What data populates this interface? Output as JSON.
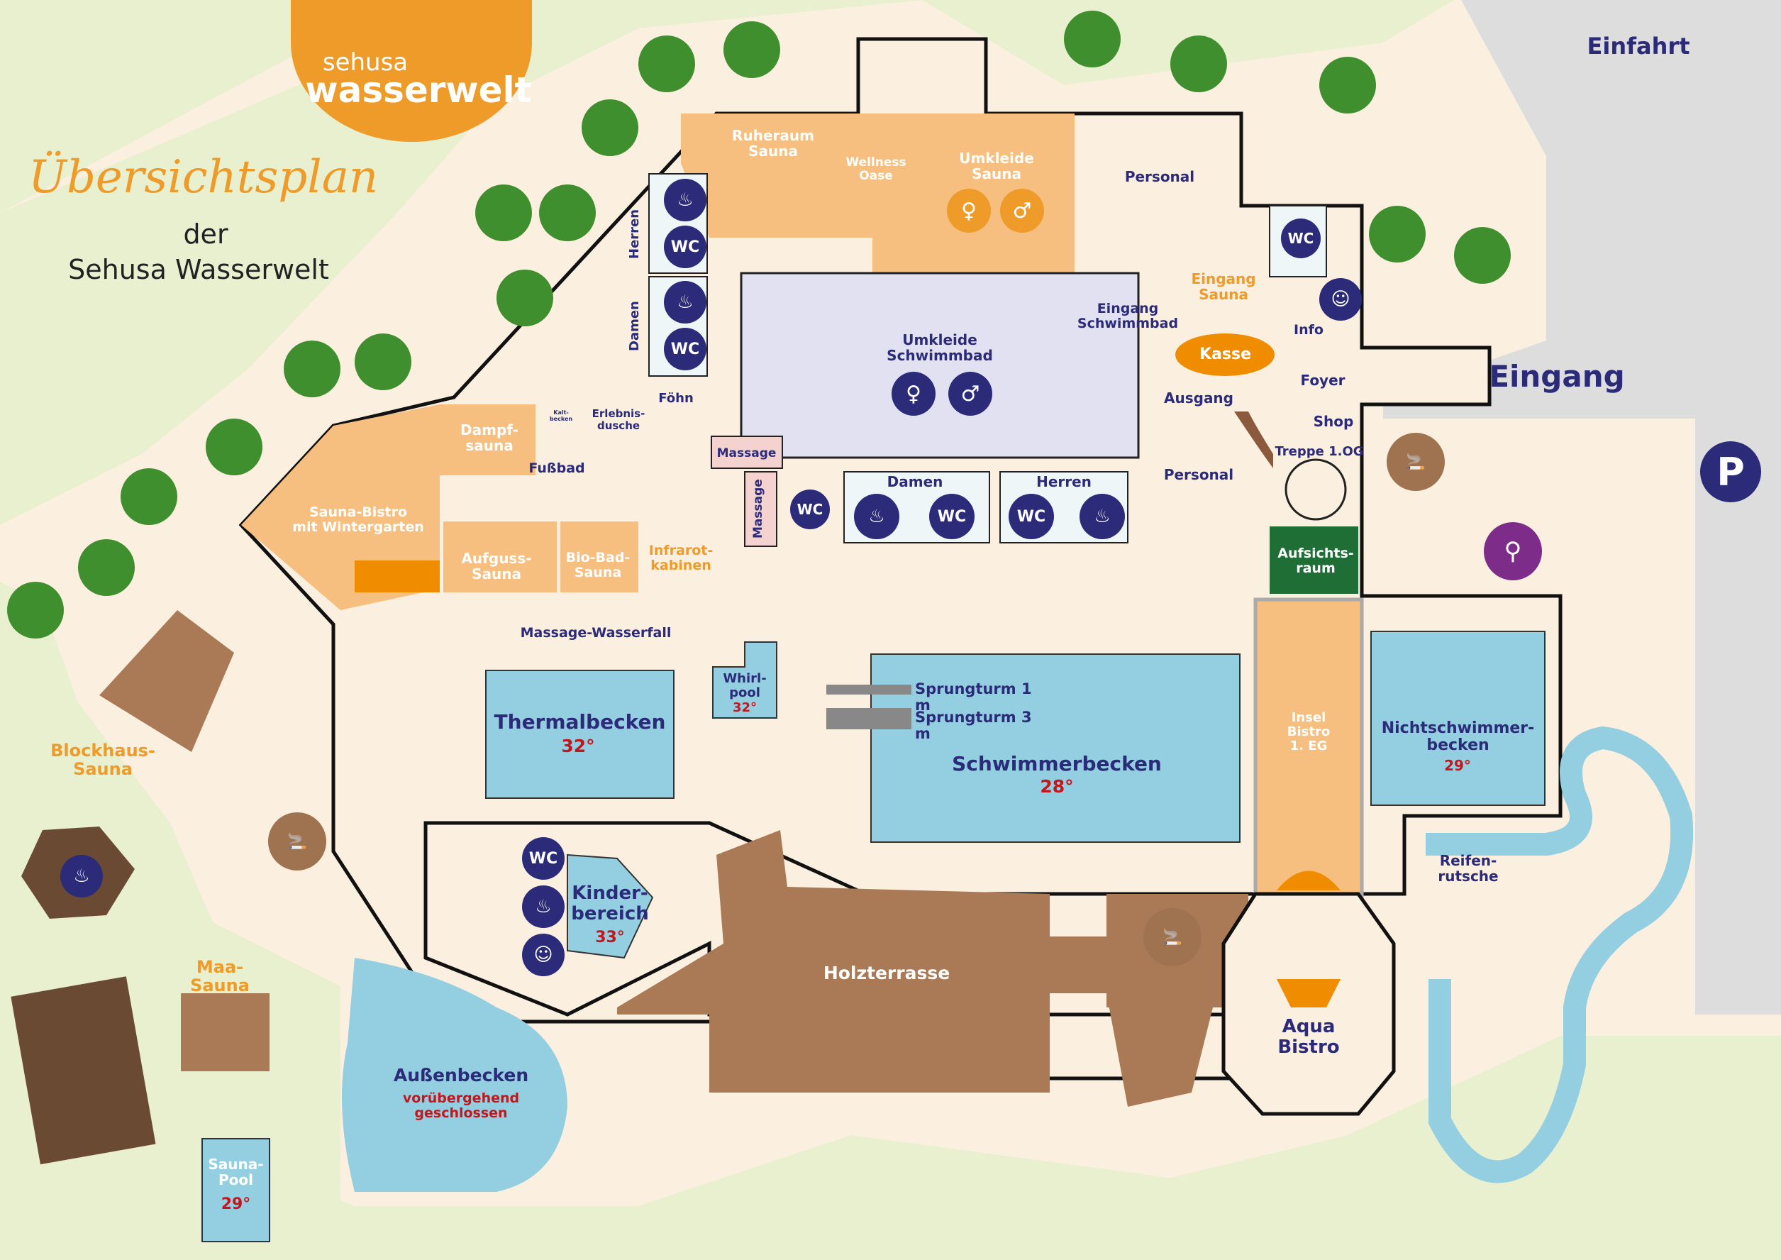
{
  "logo": {
    "line1": "sehusa",
    "line2": "wasserwelt"
  },
  "title": {
    "main": "Übersichtsplan",
    "sub1": "der",
    "sub2": "Sehusa Wasserwelt"
  },
  "colors": {
    "navy": "#2b2b7a",
    "orange": "#ee9b2a",
    "red": "#c4161c",
    "pool": "#93cfe0",
    "floor": "#fbefe0",
    "sauna": "#f7bf7f",
    "grass": "#e9f0cf",
    "wood": "#a97a55",
    "parking": "#dddddd",
    "supervision": "#1e6e35",
    "lavender": "#e1e1f2",
    "massage": "#f4d2d0"
  },
  "labels": {
    "einfahrt": "Einfahrt",
    "eingang": "Eingang",
    "ruheraum_sauna": "Ruheraum\nSauna",
    "wellness_oase": "Wellness\nOase",
    "umkleide_sauna": "Umkleide\nSauna",
    "personal_top": "Personal",
    "eingang_sauna": "Eingang\nSauna",
    "eingang_schwimmbad": "Eingang\nSchwimmbad",
    "info": "Info",
    "kasse": "Kasse",
    "foyer": "Foyer",
    "ausgang": "Ausgang",
    "shop": "Shop",
    "treppe": "Treppe 1.OG",
    "personal_mid": "Personal",
    "aufsichtsraum": "Aufsichts-\nraum",
    "umkleide_schwimmbad": "Umkleide\nSchwimmbad",
    "herren_side": "Herren",
    "damen_side": "Damen",
    "foehn": "Föhn",
    "erlebnisdusche": "Erlebnis-\ndusche",
    "kaltbecken": "Kalt-\nbecken",
    "dampfsauna": "Dampf-\nsauna",
    "fussbad": "Fußbad",
    "massage_h": "Massage",
    "massage_v": "Massage",
    "sauna_bistro": "Sauna-Bistro\nmit Wintergarten",
    "aufguss_sauna": "Aufguss-\nSauna",
    "bio_bad_sauna": "Bio-Bad-\nSauna",
    "infrarotkabinen": "Infrarot-\nkabinen",
    "damen_bottom": "Damen",
    "herren_bottom": "Herren",
    "massage_wasserfall": "Massage-Wasserfall",
    "thermalbecken": "Thermalbecken",
    "thermal_temp": "32°",
    "whirlpool": "Whirl-\npool",
    "whirl_temp": "32°",
    "sprungturm_1m": "Sprungturm 1 m",
    "sprungturm_3m": "Sprungturm 3 m",
    "schwimmerbecken": "Schwimmerbecken",
    "schwimmer_temp": "28°",
    "insel_bistro": "Insel\nBistro\n1. EG",
    "nichtschwimmerbecken": "Nichtschwimmer-\nbecken",
    "nichtschwimmer_temp": "29°",
    "reifenrutsche": "Reifen-\nrutsche",
    "blockhaus_sauna": "Blockhaus-\nSauna",
    "maa_sauna": "Maa-\nSauna",
    "sauna_pool": "Sauna-\nPool",
    "sauna_pool_temp": "29°",
    "kinderbereich": "Kinder-\nbereich",
    "kinder_temp": "33°",
    "holzterrasse": "Holzterrasse",
    "aussenbecken": "Außenbecken",
    "aussen_note": "vorübergehend\ngeschlossen",
    "aqua_bistro": "Aqua\nBistro"
  },
  "icons": {
    "wc": "WC",
    "parking": "P",
    "wc_icon": "wc-icon",
    "shower_icon": "shower-icon",
    "baby_icon": "baby-changing-icon",
    "smoking_icon": "smoking-area-icon",
    "bike_icon": "bicycle-icon",
    "wheelchair_icon": "wheelchair-icon",
    "woman_icon": "woman-changing-icon",
    "man_icon": "man-changing-icon"
  }
}
